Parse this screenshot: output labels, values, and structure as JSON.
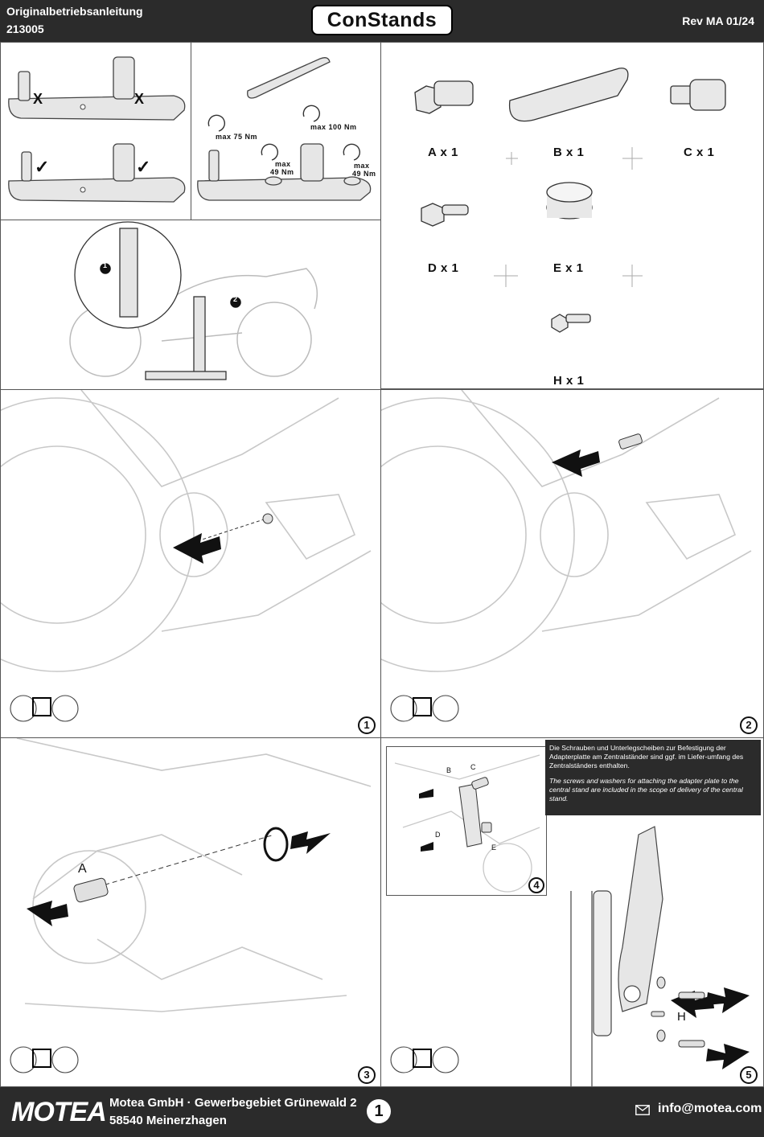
{
  "header": {
    "doc_title": "Originalbetriebsanleitung",
    "article_no": "213005",
    "brand_logo": "ConStands",
    "revision": "Rev MA 01/24"
  },
  "torque": {
    "t1": "max 75 Nm",
    "t2": "max 100 Nm",
    "t3a": "max",
    "t3b": "49 Nm",
    "t4a": "max",
    "t4b": "49 Nm",
    "marker_x": "X",
    "marker_ok": "✓",
    "bullet1": "1",
    "bullet2": "2"
  },
  "parts": [
    {
      "label": "A x 1"
    },
    {
      "label": "B x 1"
    },
    {
      "label": "C x 1"
    },
    {
      "label": "D x 1"
    },
    {
      "label": "E x 1"
    },
    {
      "label": "H x 1"
    }
  ],
  "steps": [
    "1",
    "2",
    "3",
    "4",
    "5"
  ],
  "callouts": {
    "a": "A",
    "b": "B",
    "c": "C",
    "d": "D",
    "e": "E",
    "h": "H"
  },
  "note": {
    "de": "Die Schrauben und Unterlegscheiben zur Befestigung der Adapterplatte am Zentralständer sind ggf. im Liefer-umfang des Zentralständers enthalten.",
    "en": "The screws and washers for attaching the adapter plate to the central stand are included in the scope of delivery of the central stand."
  },
  "footer": {
    "brand": "MOTEA",
    "company_line": "Motea GmbH · Gewerbegebiet Grünewald 2",
    "city_line": "58540 Meinerzhagen",
    "page": "1",
    "email": "info@motea.com",
    "mail_icon": "envelope-icon"
  }
}
